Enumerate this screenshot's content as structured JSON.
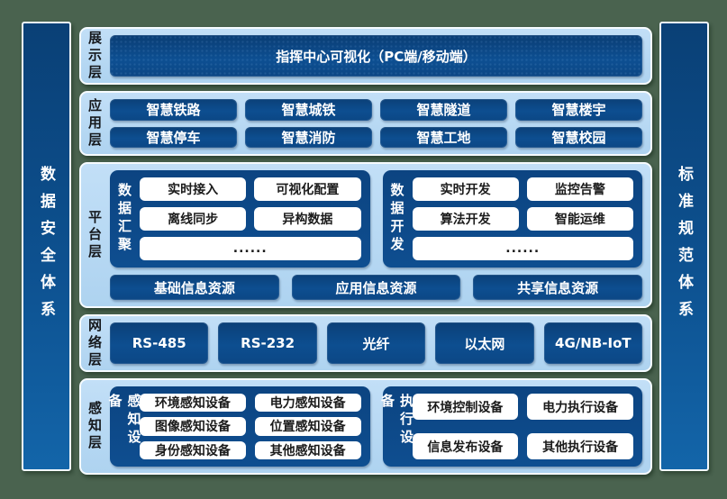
{
  "colors": {
    "background_green": "#4a634f",
    "band_light_blue": "#b5d8f2",
    "box_dark_blue": "#0d4c8e",
    "pillar_blue_top": "#0a4076",
    "pillar_blue_bottom": "#1365a9",
    "pill_white": "#ffffff"
  },
  "pillars": {
    "left": "数据安全体系",
    "right": "标准规范体系"
  },
  "layers": {
    "display": {
      "label": "展示层",
      "box": "指挥中心可视化（PC端/移动端）"
    },
    "application": {
      "label": "应用层",
      "items": [
        "智慧铁路",
        "智慧城铁",
        "智慧隧道",
        "智慧楼宇",
        "智慧停车",
        "智慧消防",
        "智慧工地",
        "智慧校园"
      ]
    },
    "platform": {
      "label": "平台层",
      "groups": [
        {
          "label": "数据汇聚",
          "items": [
            "实时接入",
            "可视化配置",
            "离线同步",
            "异构数据"
          ],
          "more": "......"
        },
        {
          "label": "数据开发",
          "items": [
            "实时开发",
            "监控告警",
            "算法开发",
            "智能运维"
          ],
          "more": "......"
        }
      ],
      "resources": [
        "基础信息资源",
        "应用信息资源",
        "共享信息资源"
      ]
    },
    "network": {
      "label": "网络层",
      "items": [
        "RS-485",
        "RS-232",
        "光纤",
        "以太网",
        "4G/NB-IoT"
      ]
    },
    "perception": {
      "label": "感知层",
      "groups": [
        {
          "label": "感知设备",
          "items": [
            "环境感知设备",
            "电力感知设备",
            "图像感知设备",
            "位置感知设备",
            "身份感知设备",
            "其他感知设备"
          ]
        },
        {
          "label": "执行设备",
          "items": [
            "环境控制设备",
            "电力执行设备",
            "信息发布设备",
            "其他执行设备"
          ]
        }
      ]
    }
  }
}
